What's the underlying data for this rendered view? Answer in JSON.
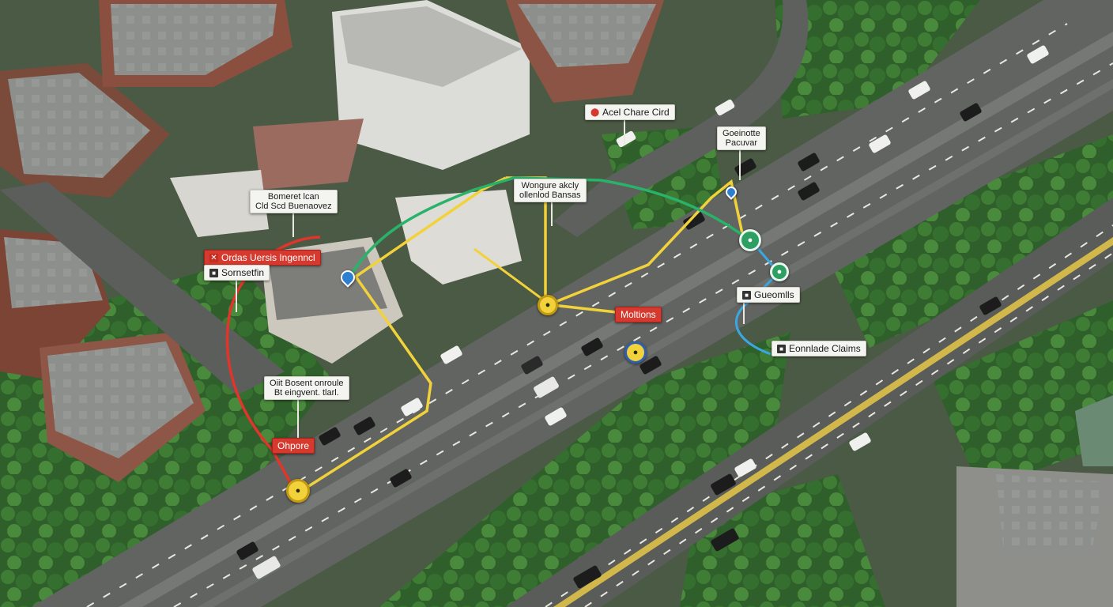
{
  "map": {
    "colors": {
      "route_red": "#e0352b",
      "route_yellow": "#f2d23a",
      "route_green": "#29b36a",
      "route_blue": "#3ba7e0",
      "road": "#5c5e5c",
      "vegetation": "#2f6a2c"
    },
    "labels": {
      "acel_chare_cird": "Acel Chare Cird",
      "goeinotte": "Goeinotte",
      "goeinotte_sub": "Pacuvar",
      "wongure": "Wongure akcly",
      "wongure_sub": "ollenlod Bansas",
      "bomeret": "Bomeret lcan",
      "bomeret_sub": "Cld Scd Buenaovez",
      "ordas_uersis": "Ordas Uersis Ingenncl",
      "sornsetfin": "Sornsetfin",
      "oiit_roment": "Oiit Bosent onroule",
      "oiit_roment_sub": "Bt eingvent. tlarl.",
      "ohpore": "Ohpore",
      "moltions": "Moltions",
      "ennelde_claims": "Eonnlade Claims",
      "gueomlls": "Gueomlls"
    },
    "icons": {
      "acel_chare_cird": "location-pin-icon",
      "ordas_uersis": "warning-icon",
      "sornsetfin": "camera-icon",
      "ennelde_claims": "box-icon",
      "gueomlls": "square-icon"
    }
  }
}
